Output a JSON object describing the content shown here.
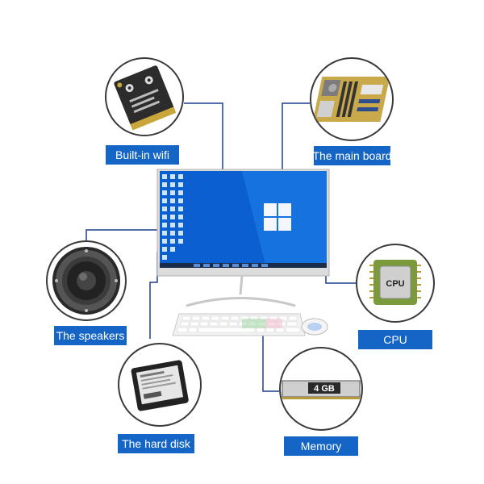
{
  "labels": {
    "wifi": "Built-in wifi",
    "mainboard": "The main board",
    "speakers": "The speakers",
    "cpu": "CPU",
    "harddisk": "The hard disk",
    "memory": "Memory"
  },
  "chip_text": {
    "cpu": "CPU",
    "memory": "4 GB"
  },
  "colors": {
    "label_bg": "#1565c6",
    "connector": "#1a3f8f",
    "wallpaper": "#0b5fd0"
  },
  "icons": [
    "wifi-card-icon",
    "motherboard-icon",
    "speaker-icon",
    "cpu-chip-icon",
    "ssd-icon",
    "ram-stick-icon",
    "monitor",
    "keyboard",
    "mouse"
  ]
}
